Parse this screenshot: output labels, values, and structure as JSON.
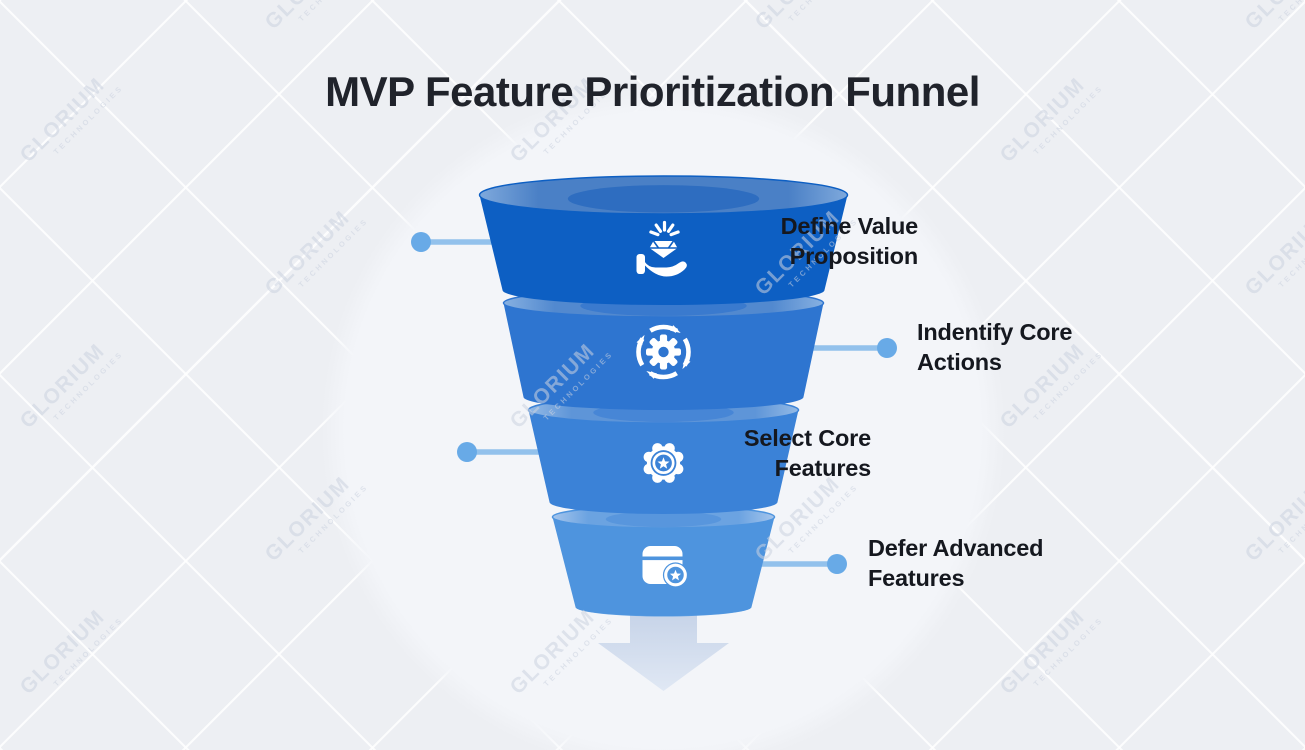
{
  "title": "MVP Feature Prioritization Funnel",
  "watermark": {
    "line1": "GLORIUM",
    "line2": "TECHNOLOGIES"
  },
  "colors": {
    "background": "#edeff3",
    "background_circle": "#f3f5f9",
    "lattice_line": "#ffffff",
    "title_text": "#20232b",
    "label_text": "#15181f",
    "connector_line": "#92c1ec",
    "connector_dot": "#68aae7",
    "watermark_text": "#ccd3e0",
    "icon_fill": "#ffffff"
  },
  "funnel": {
    "stages": [
      {
        "id": "define-value-proposition",
        "label": "Define Value Proposition",
        "label_lines": [
          "Define Value",
          "Proposition"
        ],
        "side": "left",
        "icon": "hand-gem-icon",
        "body_color": "#0d5fc3",
        "cap_mid_color": "#4a80c6",
        "cap_edge_color": "#7fa9dc",
        "cap_hole_color": "#2e6dc0"
      },
      {
        "id": "identify-core-actions",
        "label": "Indentify Core Actions",
        "label_lines": [
          "Indentify Core",
          "Actions"
        ],
        "side": "right",
        "icon": "gear-target-icon",
        "body_color": "#2e75d0",
        "cap_mid_color": "#5289cf",
        "cap_edge_color": "#86b0e1",
        "cap_hole_color": "#3a7ace"
      },
      {
        "id": "select-core-features",
        "label": "Select Core Features",
        "label_lines": [
          "Select Core",
          "Features"
        ],
        "side": "left",
        "icon": "star-badge-icon",
        "body_color": "#3b82d7",
        "cap_mid_color": "#5e95d8",
        "cap_edge_color": "#93bae6",
        "cap_hole_color": "#4786d6"
      },
      {
        "id": "defer-advanced-features",
        "label": "Defer Advanced Features",
        "label_lines": [
          "Defer Advanced",
          "Features"
        ],
        "side": "right",
        "icon": "box-star-icon",
        "body_color": "#4e94de",
        "cap_mid_color": "#6ba3e1",
        "cap_edge_color": "#a5c5ec",
        "cap_hole_color": "#5896dd",
        "bottom_cap_color": "#61a1e3"
      }
    ]
  },
  "arrow": {
    "direction": "down",
    "top_color": "#c6d3e8",
    "bottom_color": "#e0e8f4"
  }
}
